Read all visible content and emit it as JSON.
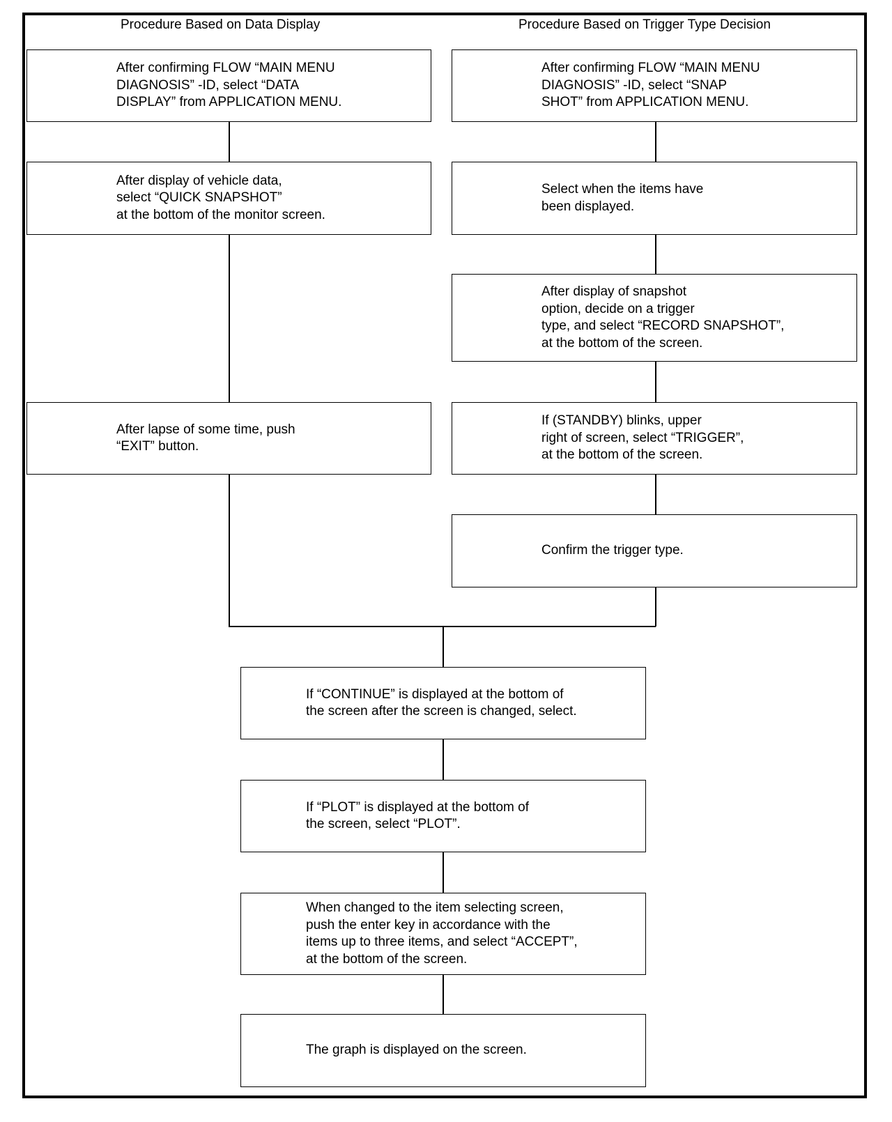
{
  "headers": {
    "left": "Procedure Based on Data Display",
    "right": "Procedure Based on Trigger Type Decision"
  },
  "left_steps": [
    "After confirming FLOW “MAIN MENU\nDIAGNOSIS” -ID, select “DATA\nDISPLAY” from APPLICATION MENU.",
    "After display of vehicle data,\nselect “QUICK SNAPSHOT”\nat the bottom of the monitor screen.",
    "After lapse of some time, push\n“EXIT” button."
  ],
  "right_steps": [
    "After confirming FLOW “MAIN MENU\nDIAGNOSIS” -ID, select “SNAP\nSHOT” from APPLICATION MENU.",
    "Select when the items have\nbeen displayed.",
    "After display of snapshot\noption, decide on a trigger\ntype, and select “RECORD SNAPSHOT”,\nat the bottom of the screen.",
    "If (STANDBY) blinks, upper\nright of screen, select “TRIGGER”,\nat the bottom of the screen.",
    "Confirm the trigger type."
  ],
  "common_steps": [
    "If “CONTINUE” is displayed at the bottom of\nthe screen after the screen is changed, select.",
    "If “PLOT” is displayed at the bottom of\nthe screen, select “PLOT”.",
    "When changed to the item selecting screen,\npush the enter key in accordance with the\nitems up to three items, and select “ACCEPT”,\nat the bottom of the screen.",
    "The graph is displayed on the screen."
  ]
}
